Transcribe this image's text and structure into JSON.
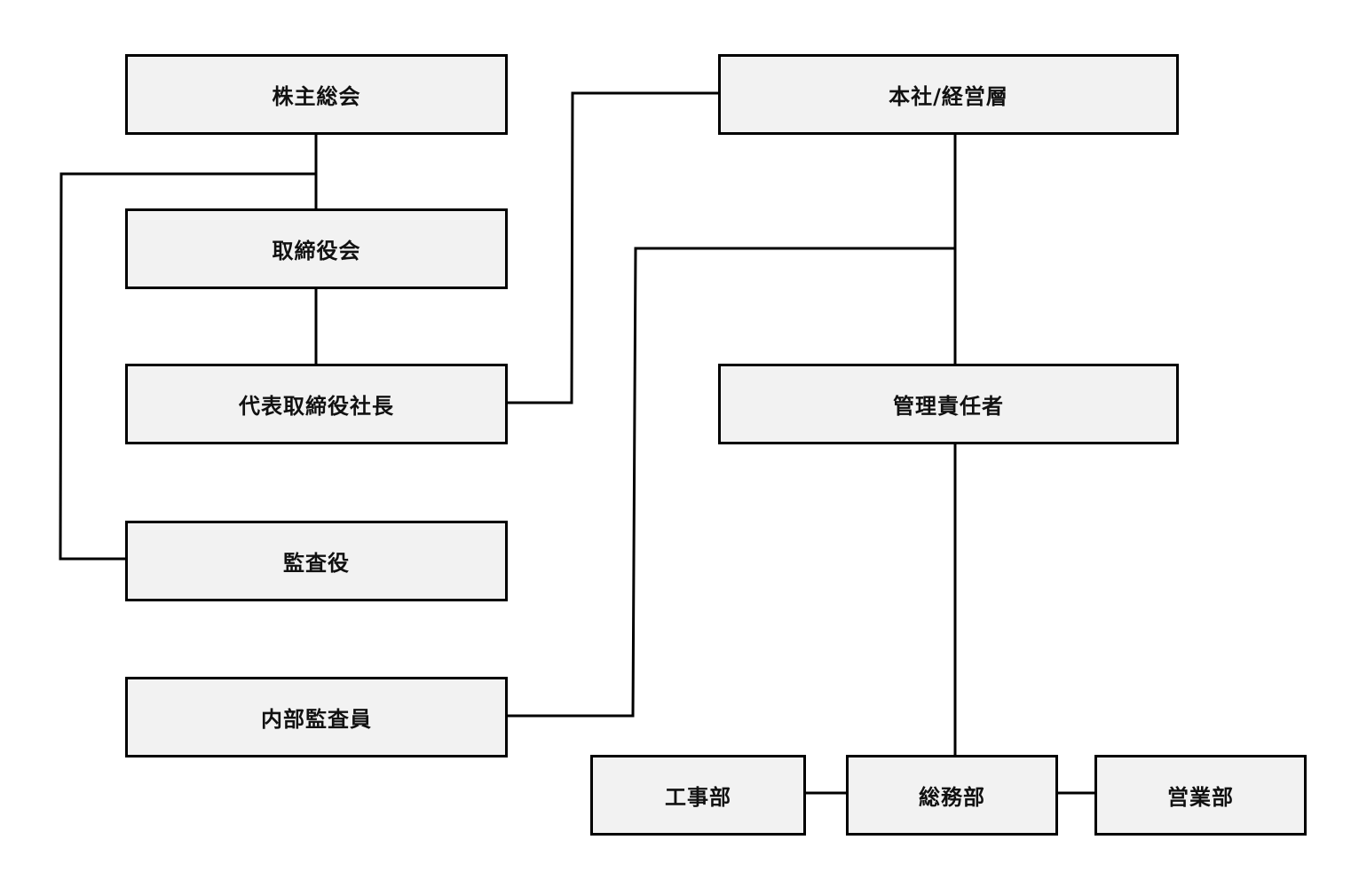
{
  "org_chart": {
    "nodes": {
      "shareholders_meeting": "株主総会",
      "board_of_directors": "取締役会",
      "president": "代表取締役社長",
      "auditor": "監査役",
      "internal_auditor": "内部監査員",
      "head_office": "本社/経営層",
      "manager": "管理責任者",
      "construction_dept": "工事部",
      "general_affairs_dept": "総務部",
      "sales_dept": "営業部"
    }
  }
}
